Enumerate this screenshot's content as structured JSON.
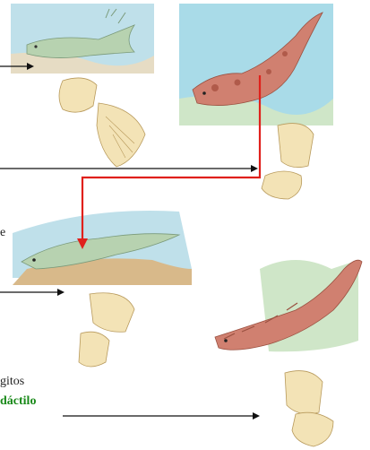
{
  "labels": {
    "fragment_e": "e",
    "fragment_gitos": "gitos",
    "fragment_dactilo": "dáctilo"
  },
  "colors": {
    "connector_red": "#e0201b",
    "arrow_black": "#111111",
    "water_blue": "#9fd3e8",
    "sand": "#e8dcc0",
    "lizard_red": "#d08070",
    "fish_green": "#b7d2b0",
    "bone": "#f3e3b6",
    "accent_green": "#1a8a1a"
  },
  "figures": [
    {
      "name": "lobe-finned-fish",
      "kind": "illustration"
    },
    {
      "name": "fin-bones",
      "kind": "illustration"
    },
    {
      "name": "spotted-amphibian",
      "kind": "illustration"
    },
    {
      "name": "amphibian-limb-bones",
      "kind": "illustration"
    },
    {
      "name": "early-tetrapod",
      "kind": "illustration"
    },
    {
      "name": "tetrapod-limb-bones",
      "kind": "illustration"
    },
    {
      "name": "reptile",
      "kind": "illustration"
    },
    {
      "name": "reptile-limb-bones",
      "kind": "illustration"
    }
  ]
}
